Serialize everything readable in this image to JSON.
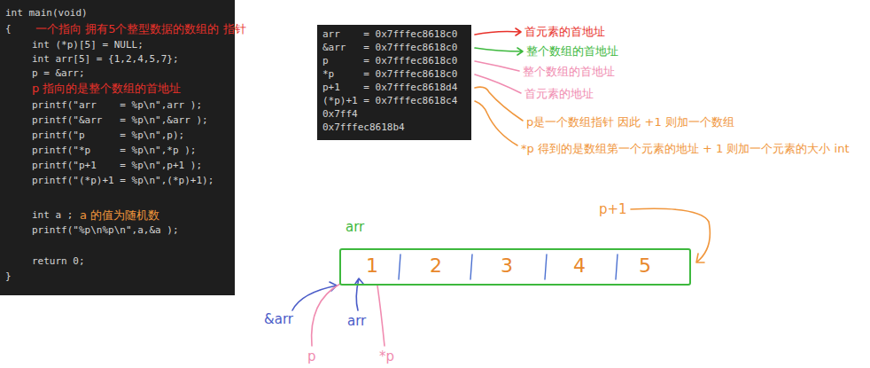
{
  "diagram": {
    "nodes": [
      {
        "text": [
          "int main(void)",
          "{",
          "int (*p)[5] = NULL;",
          "int arr[5] = {1,2,4,5,7};",
          "p = &arr;",
          "printf(\"arr    = %p\\n\",arr );",
          "printf(\"&arr   = %p\\n\",&arr );",
          "printf(\"p      = %p\\n\",p);",
          "printf(\"*p     = %p\\n\",*p );",
          "printf(\"p+1    = %p\\n\",p+1 );",
          "printf(\"(*p)+1 = %p\\n\",(*p)+1);",
          "int a ;",
          "printf(\"%p\\n%p\\n\",a,&a );",
          "return 0;",
          "}"
        ]
      },
      {
        "text": [
          "arr    = 0x7fffec8618c0",
          "&arr   = 0x7fffec8618c0",
          "p      = 0x7fffec8618c0",
          "*p     = 0x7fffec8618c0",
          "p+1    = 0x7fffec8618d4",
          "(*p)+1 = 0x7fffec8618c4",
          "0x7ff4",
          "0x7fffec8618b4"
        ]
      },
      {
        "text": [
          "1",
          "2",
          "3",
          "4",
          "5"
        ]
      }
    ],
    "labels": [
      "一个指向 拥有5个整型数据的数组的 指针",
      "p 指向的是整个数组的首地址",
      "a 的值为随机数",
      "首元素的首地址",
      "整个数组的首地址",
      "整个数组的首地址",
      "首元素的地址",
      "p是一个数组指针 因此 +1 则加一个数组",
      "*p 得到的是数组第一个元素的地址 + 1 则加一个元素的大小 int",
      "arr",
      "p+1",
      "&arr",
      "arr",
      "p",
      "*p"
    ]
  }
}
